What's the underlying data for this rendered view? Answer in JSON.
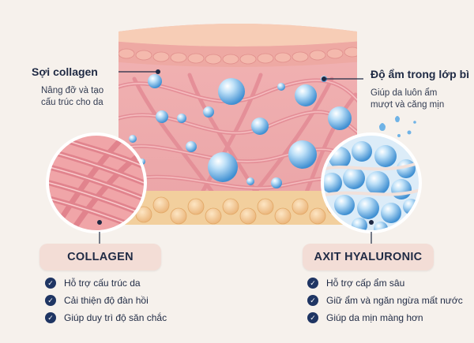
{
  "left_label": {
    "title": "Sợi collagen",
    "desc_line1": "Nâng đỡ và tạo",
    "desc_line2": "cấu trúc cho da"
  },
  "right_label": {
    "title": "Độ ẩm trong lớp bì",
    "desc_line1": "Giúp da luôn ẩm",
    "desc_line2": "mượt và căng mịn"
  },
  "collagen_card": {
    "title": "COLLAGEN",
    "items": [
      "Hỗ trợ cấu trúc da",
      "Cải thiện độ đàn hồi",
      "Giúp duy trì độ săn chắc"
    ]
  },
  "hyaluronic_card": {
    "title": "AXIT HYALURONIC",
    "items": [
      "Hỗ trợ cấp ẩm sâu",
      "Giữ ẩm và ngăn ngừa mất nước",
      "Giúp da mịn màng hơn"
    ]
  },
  "colors": {
    "background": "#f6f1ec",
    "pill": "#f3ddd6",
    "check": "#1f3563",
    "collagen_fiber": "#e79aa0",
    "water_bubble": "#5aa7e0",
    "fat_layer": "#f1c68f"
  },
  "icons": {
    "check": "check-circle-icon"
  }
}
